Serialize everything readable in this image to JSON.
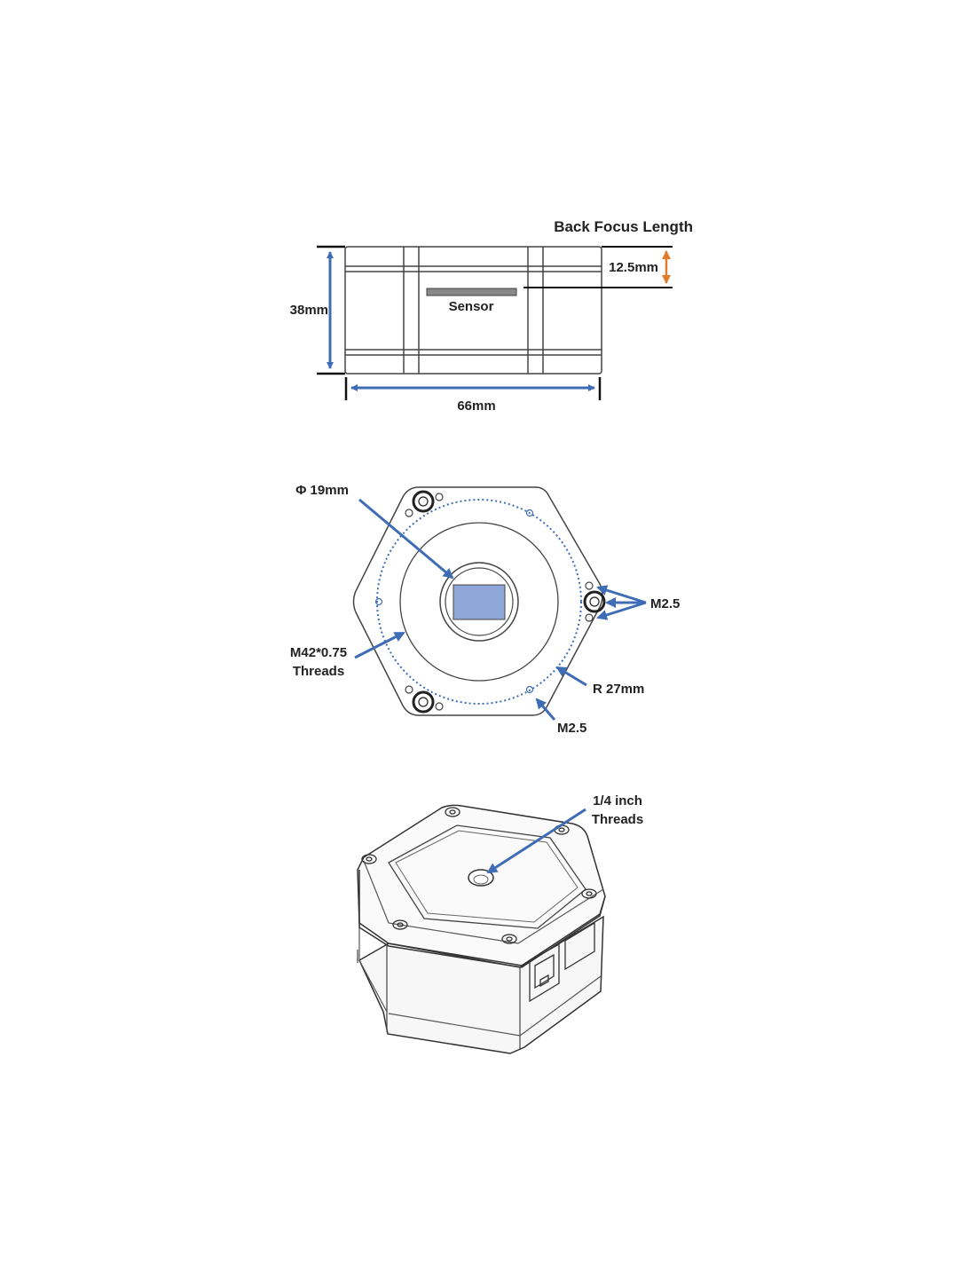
{
  "colors": {
    "dimension_arrow": "#3f6db5",
    "back_focus_arrow": "#e07b2c",
    "outline": "#444444",
    "sensor_fill": "#8fa6d8",
    "background": "#ffffff"
  },
  "side_view": {
    "title": "Back Focus Length",
    "back_focus_value": "12.5mm",
    "sensor_label": "Sensor",
    "height_label": "38mm",
    "width_label": "66mm"
  },
  "front_view": {
    "aperture_label": "Φ 19mm",
    "thread_label_line1": "M42*0.75",
    "thread_label_line2": "Threads",
    "screw_label_right": "M2.5",
    "radius_label": "R 27mm",
    "screw_label_bottom": "M2.5"
  },
  "iso_view": {
    "mount_label_line1": "1/4 inch",
    "mount_label_line2": "Threads"
  }
}
